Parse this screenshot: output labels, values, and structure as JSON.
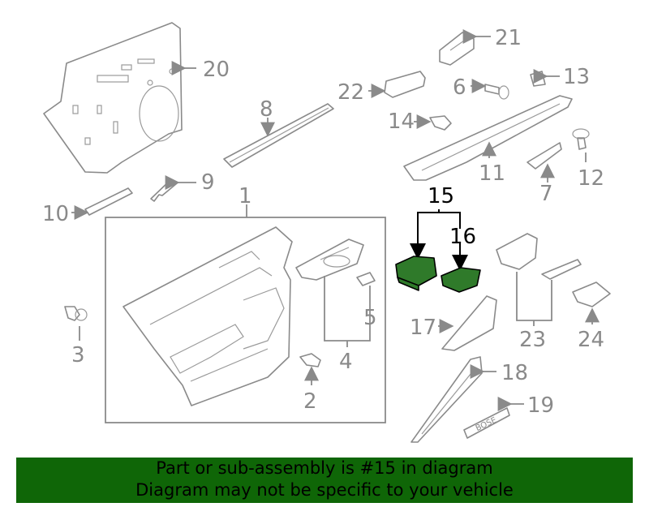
{
  "diagram": {
    "highlighted_parts": [
      "15",
      "16"
    ],
    "callouts": [
      "1",
      "2",
      "3",
      "4",
      "5",
      "6",
      "7",
      "8",
      "9",
      "10",
      "11",
      "12",
      "13",
      "14",
      "15",
      "16",
      "17",
      "18",
      "19",
      "20",
      "21",
      "22",
      "23",
      "24"
    ],
    "badge_text": "BOSE",
    "highlight_color": "#2f7a2a"
  },
  "banner": {
    "line1": "Part or sub-assembly is #15 in diagram",
    "line2": "Diagram may not be specific to your vehicle",
    "color": "#0f6607"
  }
}
